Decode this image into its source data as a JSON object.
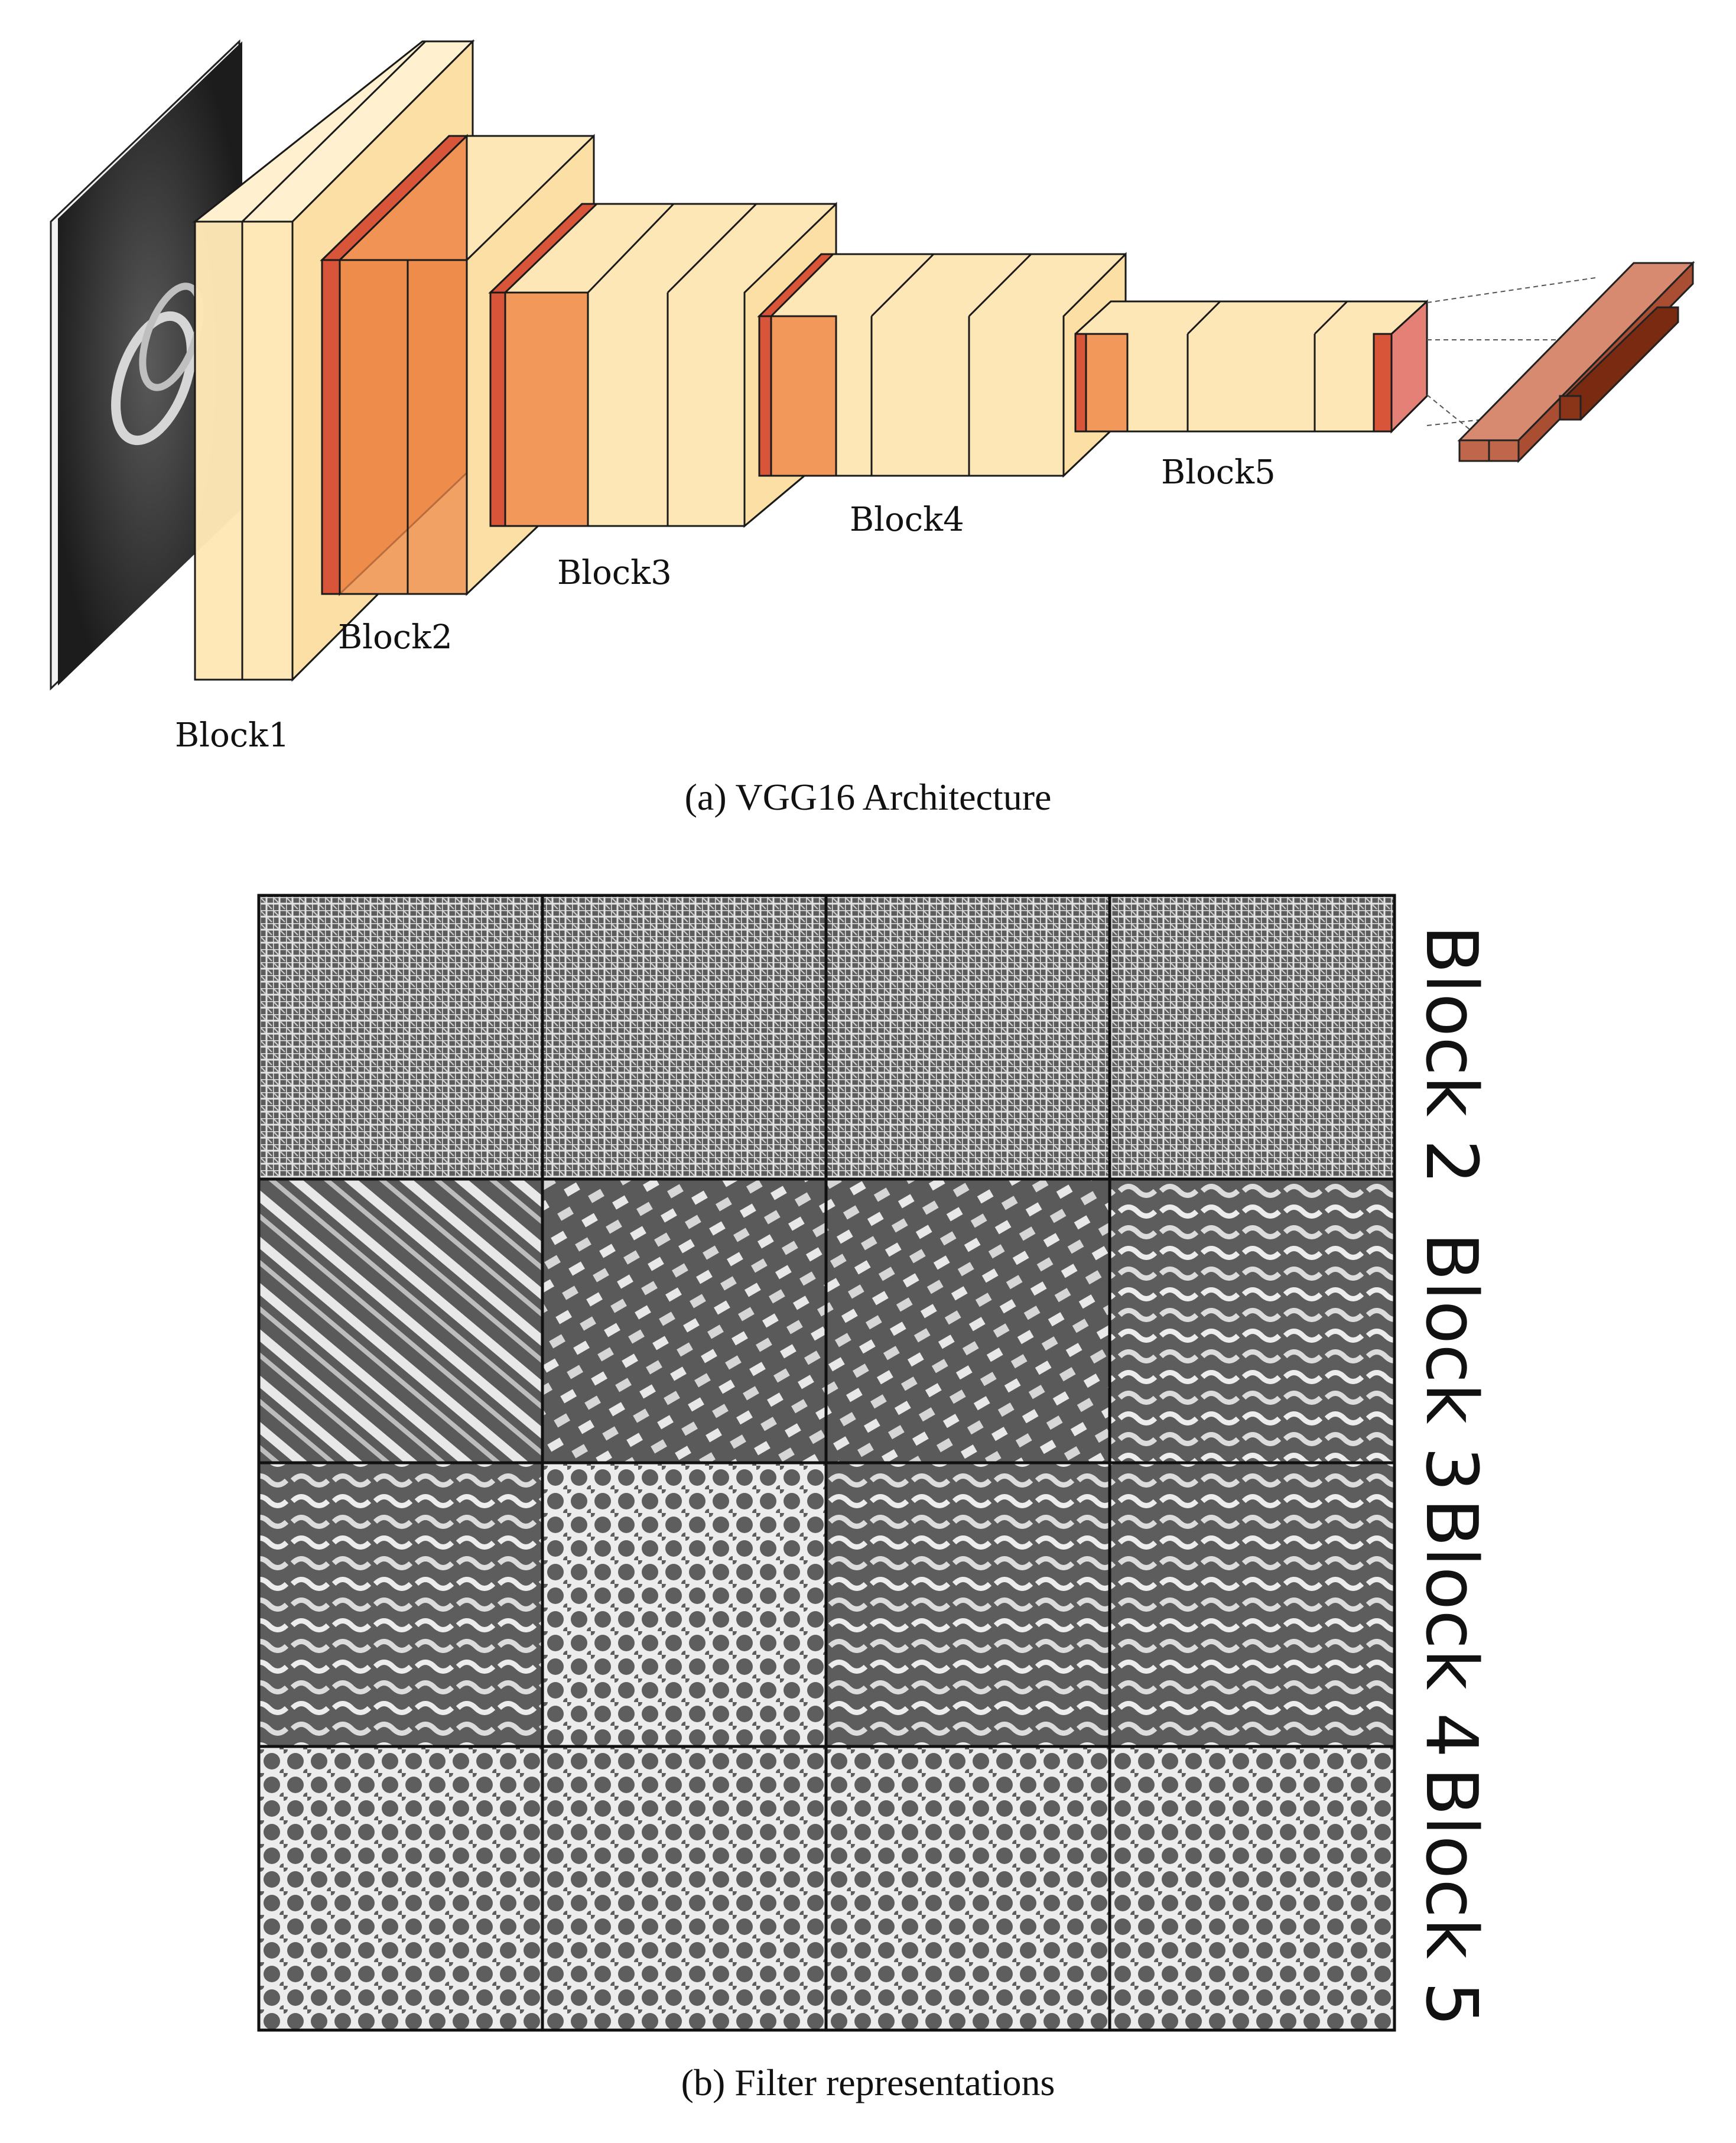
{
  "architecture": {
    "block_labels": [
      "Block1",
      "Block2",
      "Block3",
      "Block4",
      "Block5"
    ],
    "caption": "(a) VGG16 Architecture",
    "colors": {
      "conv_face": "#fde7b6",
      "conv_edge": "#1a1a1a",
      "pool_face": "#ee8a4a",
      "pool_side": "#d9553a",
      "dense": "#c0664a",
      "dense_dark": "#7a2a10",
      "input_bg": "#3a3a3a"
    },
    "input_icon": "input-image-icon"
  },
  "filters": {
    "caption": "(b) Filter representations",
    "row_labels": [
      "Block 2",
      "Block 3",
      "Block 4",
      "Block 5"
    ],
    "columns": 4,
    "tile_style": [
      "fine-grid",
      "diagonal-stripes",
      "worm-texture",
      "cell-mesh"
    ],
    "colors": {
      "tile_bg": "#606060",
      "tile_line": "#e9e9e9",
      "border": "#111111"
    }
  }
}
